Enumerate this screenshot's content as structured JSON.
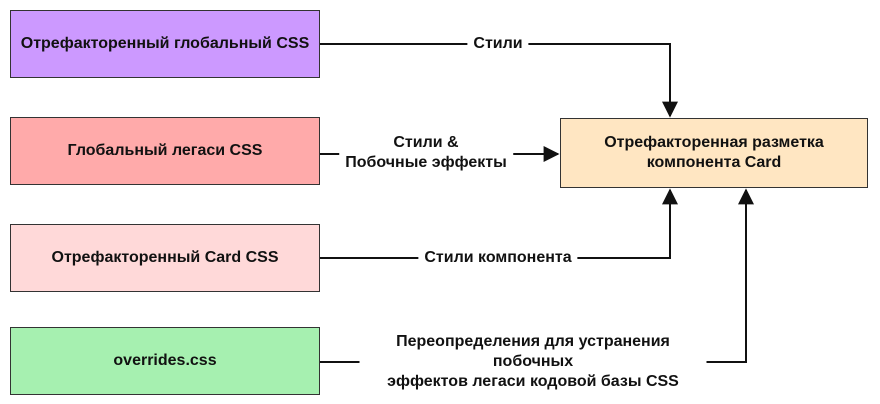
{
  "nodes": {
    "refactored_global_css": {
      "label": "Отрефакторенный глобальный CSS",
      "color": "#cc99ff"
    },
    "global_legacy_css": {
      "label": "Глобальный легаси CSS",
      "color": "#ffaaaa"
    },
    "refactored_card_css": {
      "label": "Отрефакторенный Card CSS",
      "color": "#ffd9d9"
    },
    "overrides_css": {
      "label": "overrides.css",
      "color": "#a6f0b0"
    },
    "refactored_card_markup": {
      "label": "Отрефакторенная разметка\nкомпонента Card",
      "color": "#ffe6c2"
    }
  },
  "edges": {
    "styles": {
      "label": "Стили"
    },
    "styles_side_effects": {
      "label": "Стили &\nПобочные эффекты"
    },
    "component_styles": {
      "label": "Стили компонента"
    },
    "overrides": {
      "label": "Переопределения для устранения побочных\nэффектов легаси кодовой базы CSS"
    }
  }
}
